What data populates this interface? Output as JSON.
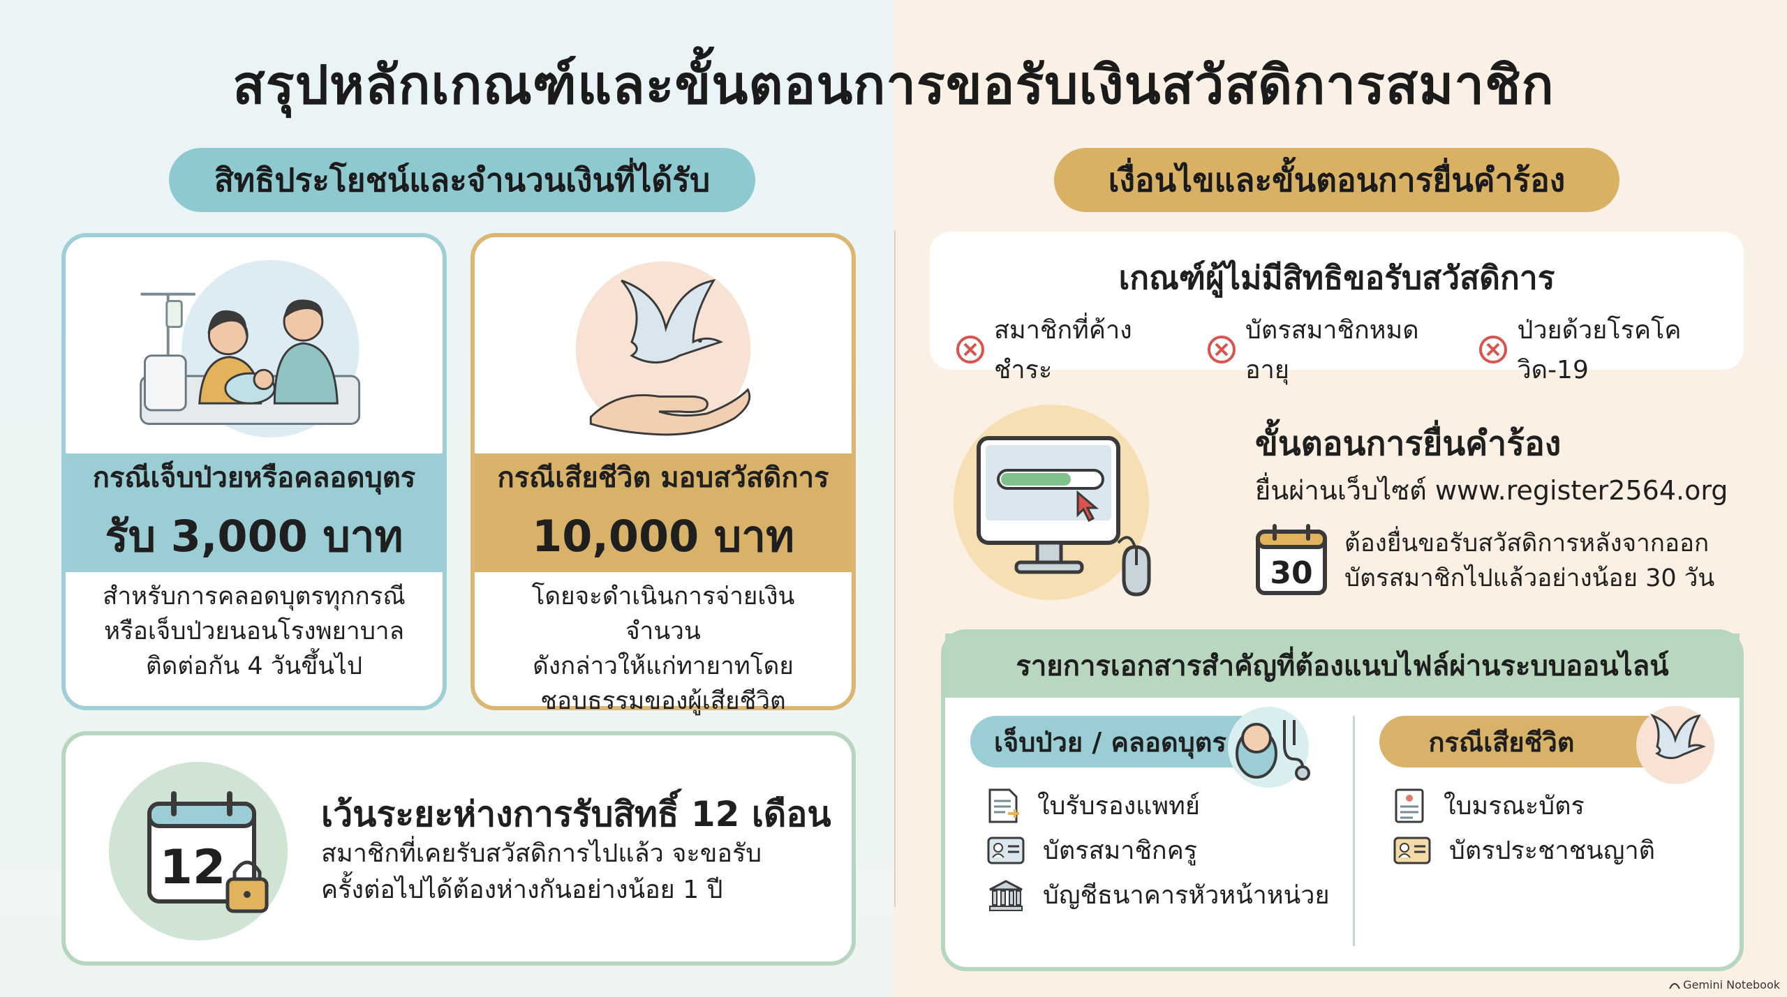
{
  "title": "สรุปหลักเกณฑ์และขั้นตอนการขอรับเงินสวัสดิการสมาชิก",
  "left": {
    "header": "สิทธิประโยชน์และจำนวนเงินที่ได้รับ",
    "illness": {
      "line1": "กรณีเจ็บป่วยหรือคลอดบุตร",
      "line2": "รับ 3,000 บาท",
      "desc1": "สำหรับการคลอดบุตรทุกกรณี",
      "desc2": "หรือเจ็บป่วยนอนโรงพยาบาล",
      "desc3": "ติดต่อกัน 4 วันขึ้นไป"
    },
    "death": {
      "line1": "กรณีเสียชีวิต มอบสวัสดิการ",
      "line2": "10,000 บาท",
      "desc1": "โดยจะดำเนินการจ่ายเงินจำนวน",
      "desc2": "ดังกล่าวให้แก่ทายาทโดย",
      "desc3": "ชอบธรรมของผู้เสียชีวิต"
    },
    "waiting": {
      "calendar_number": "12",
      "title": "เว้นระยะห่างการรับสิทธิ์ 12 เดือน",
      "desc1": "สมาชิกที่เคยรับสวัสดิการไปแล้ว จะขอรับ",
      "desc2": "ครั้งต่อไปได้ต้องห่างกันอย่างน้อย 1 ปี"
    }
  },
  "right": {
    "header": "เงื่อนไขและขั้นตอนการยื่นคำร้อง",
    "criteria": {
      "title": "เกณฑ์ผู้ไม่มีสิทธิขอรับสวัสดิการ",
      "items": [
        "สมาชิกที่ค้างชำระ",
        "บัตรสมาชิกหมดอายุ",
        "ป่วยด้วยโรคโควิด-19"
      ]
    },
    "steps": {
      "title": "ขั้นตอนการยื่นคำร้อง",
      "url": "ยื่นผ่านเว็บไซต์ www.register2564.org",
      "calendar_number": "30",
      "note1": "ต้องยื่นขอรับสวัสดิการหลังจากออก",
      "note2": "บัตรสมาชิกไปแล้วอย่างน้อย 30 วัน"
    },
    "docs": {
      "title": "รายการเอกสารสำคัญที่ต้องแนบไฟล์ผ่านระบบออนไลน์",
      "illness_label": "เจ็บป่วย / คลอดบุตร",
      "illness_items": [
        "ใบรับรองแพทย์",
        "บัตรสมาชิกครู",
        "บัญชีธนาคารหัวหน้าหน่วย"
      ],
      "death_label": "กรณีเสียชีวิต",
      "death_items": [
        "ใบมรณะบัตร",
        "บัตรประชาชนญาติ"
      ]
    }
  },
  "brand": "Gemini Notebook",
  "colors": {
    "teal": "#9bcdd4",
    "gold": "#d9b269",
    "green": "#b9d7bf",
    "red": "#d9534f"
  }
}
